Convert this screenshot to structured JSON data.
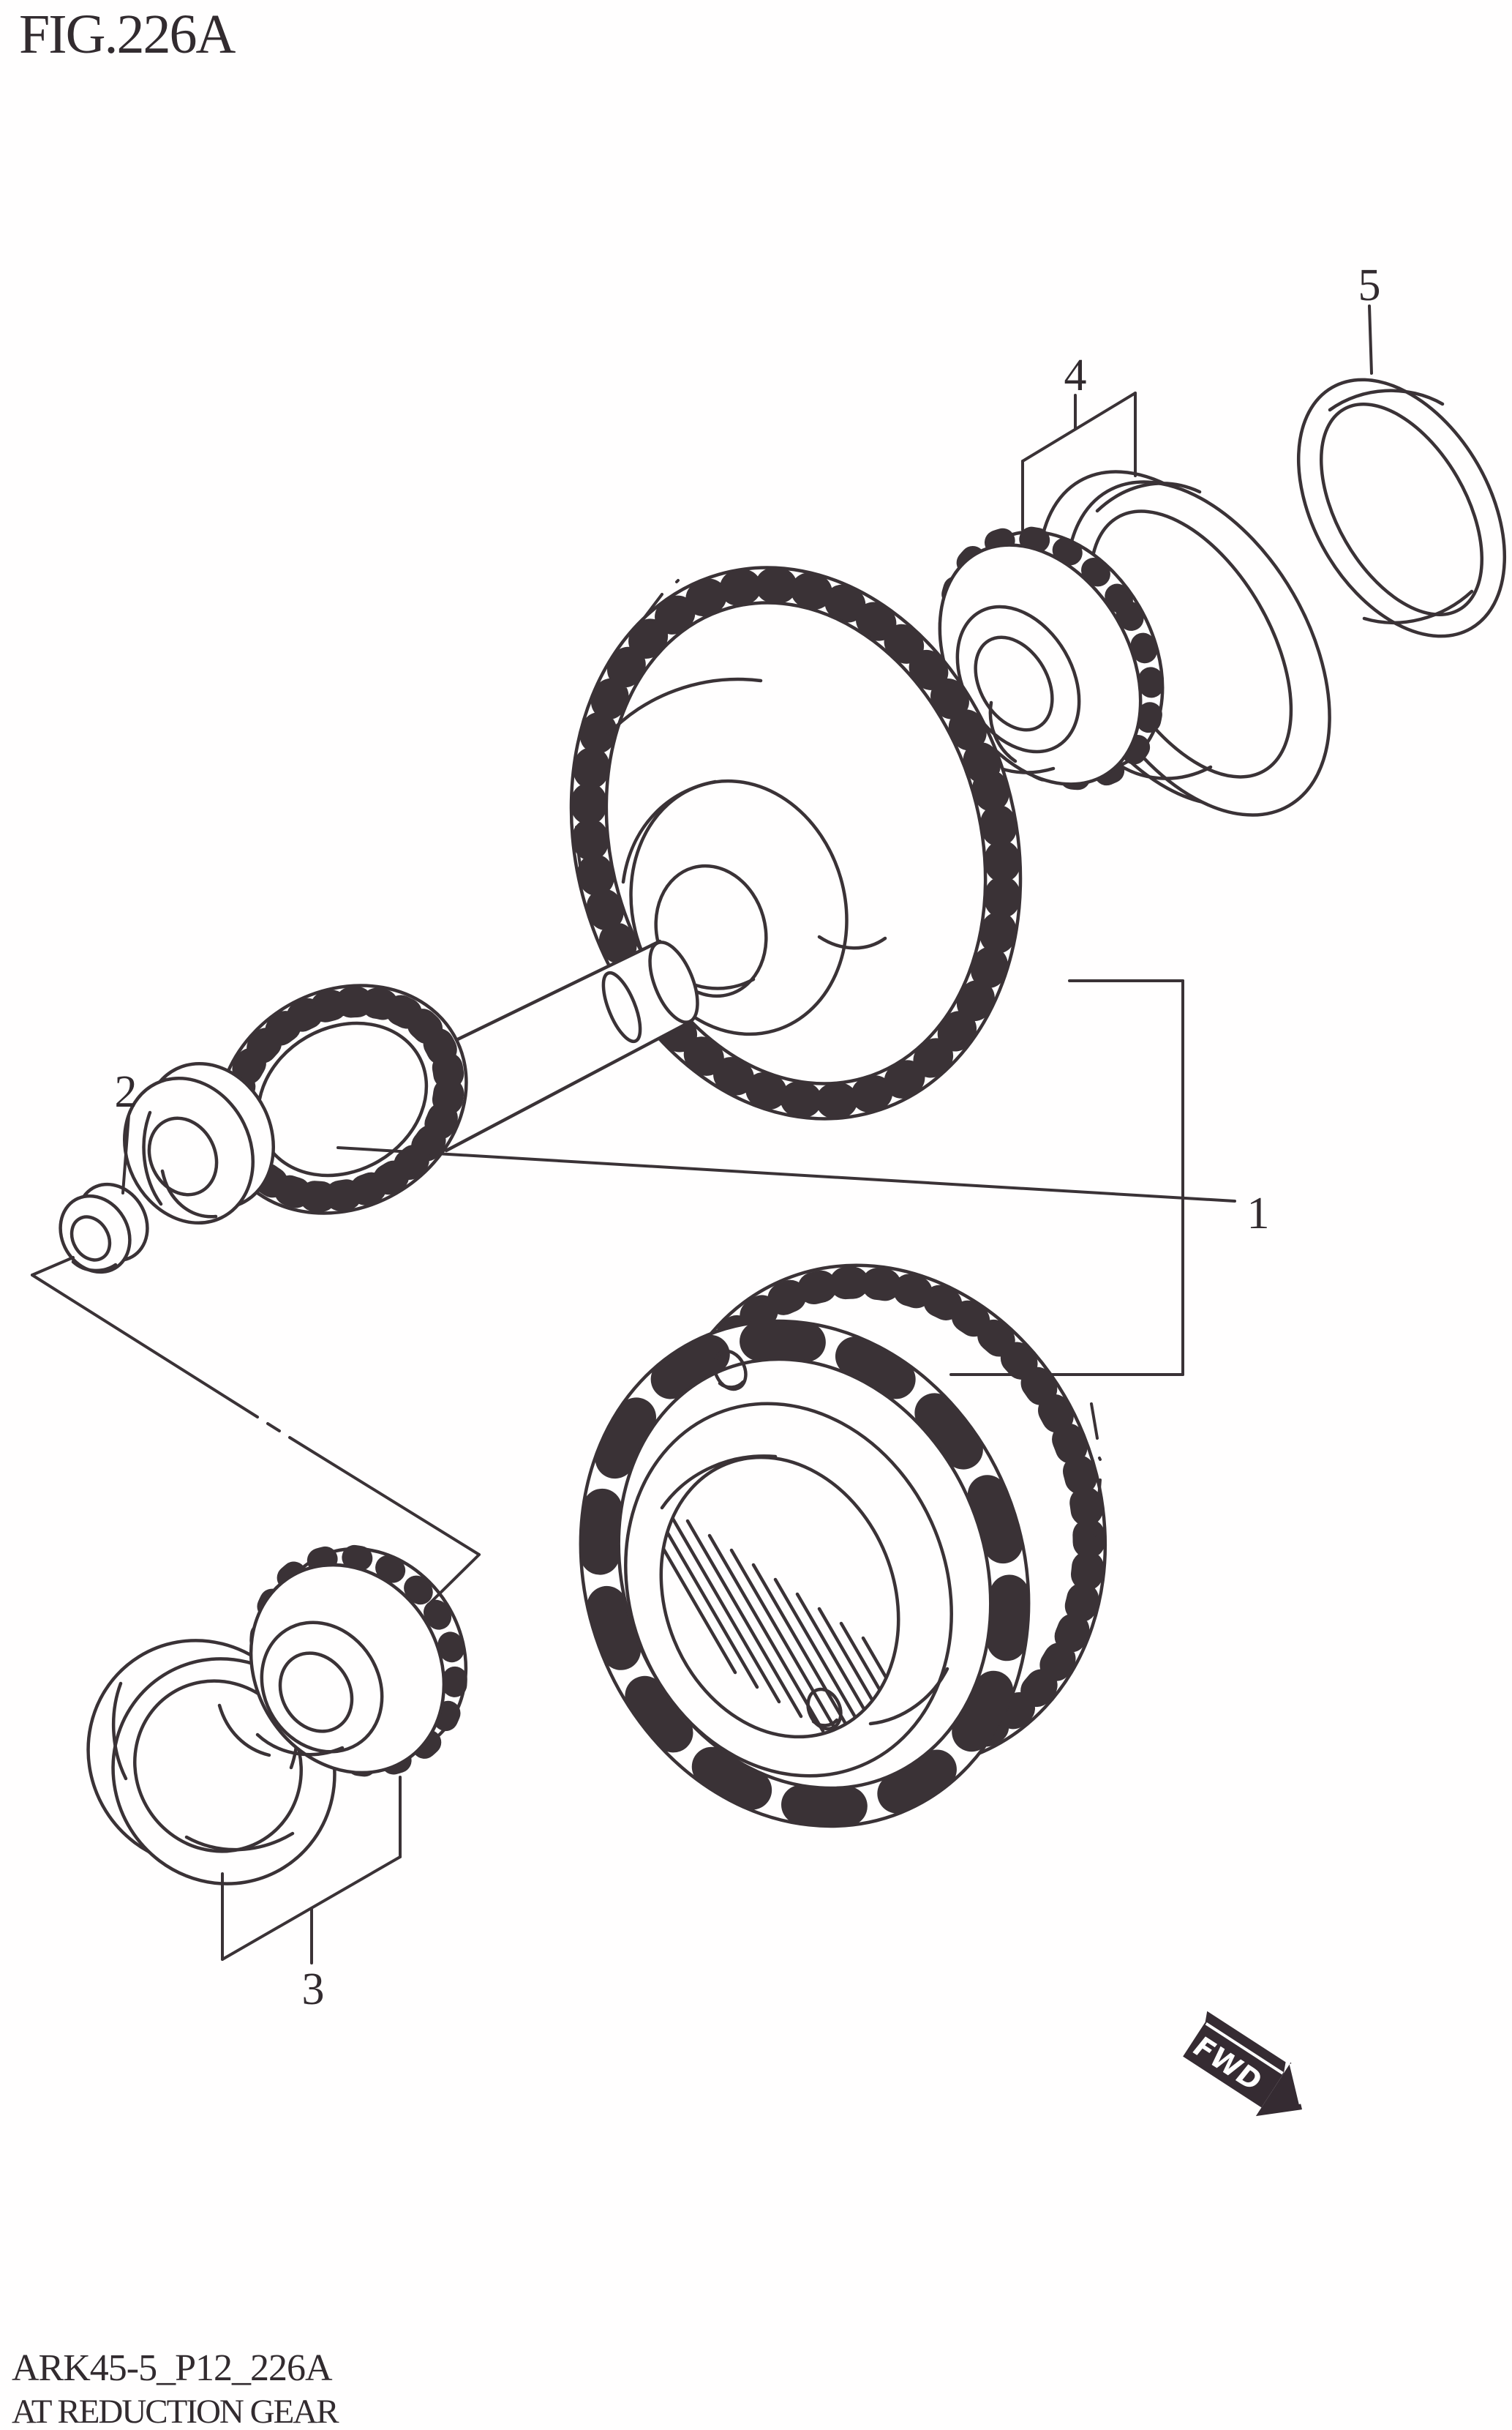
{
  "figure": {
    "title": "FIG.226A"
  },
  "callouts": [
    {
      "label": "1"
    },
    {
      "label": "2"
    },
    {
      "label": "3"
    },
    {
      "label": "4"
    },
    {
      "label": "5"
    }
  ],
  "direction_badge": {
    "label": "FWD"
  },
  "footer": {
    "code": "ARK45-5_P12_226A",
    "caption": "AT REDUCTION GEAR"
  },
  "colors": {
    "ink": "#3a3236",
    "paper": "#fffefe"
  }
}
